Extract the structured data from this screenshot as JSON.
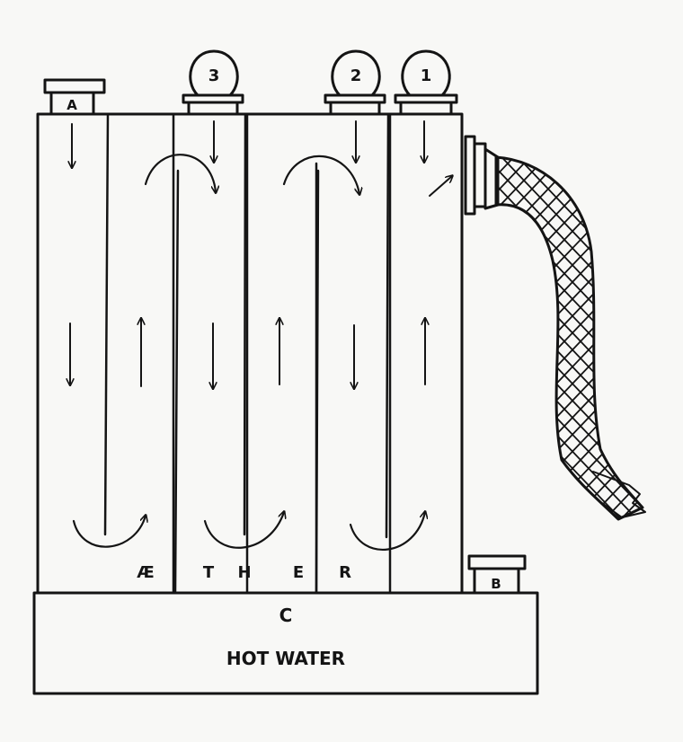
{
  "labels": {
    "inlet_a": "A",
    "outlet_b": "B",
    "chamber_c": "C",
    "bottle_1": "1",
    "bottle_2": "2",
    "bottle_3": "3",
    "ether": [
      "Æ",
      "T",
      "H",
      "E",
      "R"
    ],
    "hot_water": "HOT WATER"
  },
  "colors": {
    "ink": "#141414",
    "paper": "#f8f8f6"
  }
}
